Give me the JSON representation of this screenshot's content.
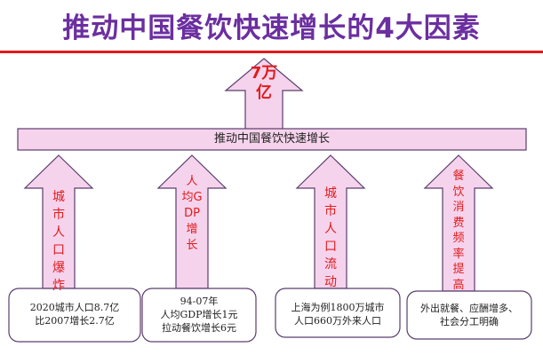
{
  "title": "推动中国餐饮快速增长的4大因素",
  "top_arrow": {
    "label": "7万亿"
  },
  "bar": {
    "label": "推动中国餐饮快速增长"
  },
  "factors": [
    {
      "arrow_label": "城市人口爆炸",
      "box_text": "2020城市人口8.7亿\n比2007增长2.7亿"
    },
    {
      "arrow_label": "人均GDP增长",
      "box_text": "94-07年\n人均GDP增长1元\n拉动餐饮增长6元"
    },
    {
      "arrow_label": "城市人口流动",
      "box_text": "上海为例1800万城市\n人口660万外来人口"
    },
    {
      "arrow_label": "餐饮消费频率提高",
      "box_text": "外出就餐、应酬增多、\n社会分工明确"
    }
  ],
  "colors": {
    "title": "#6b2fa0",
    "rule": "#e01b1b",
    "fill": "#f6d3ec",
    "accent_text": "#e01b1b"
  }
}
